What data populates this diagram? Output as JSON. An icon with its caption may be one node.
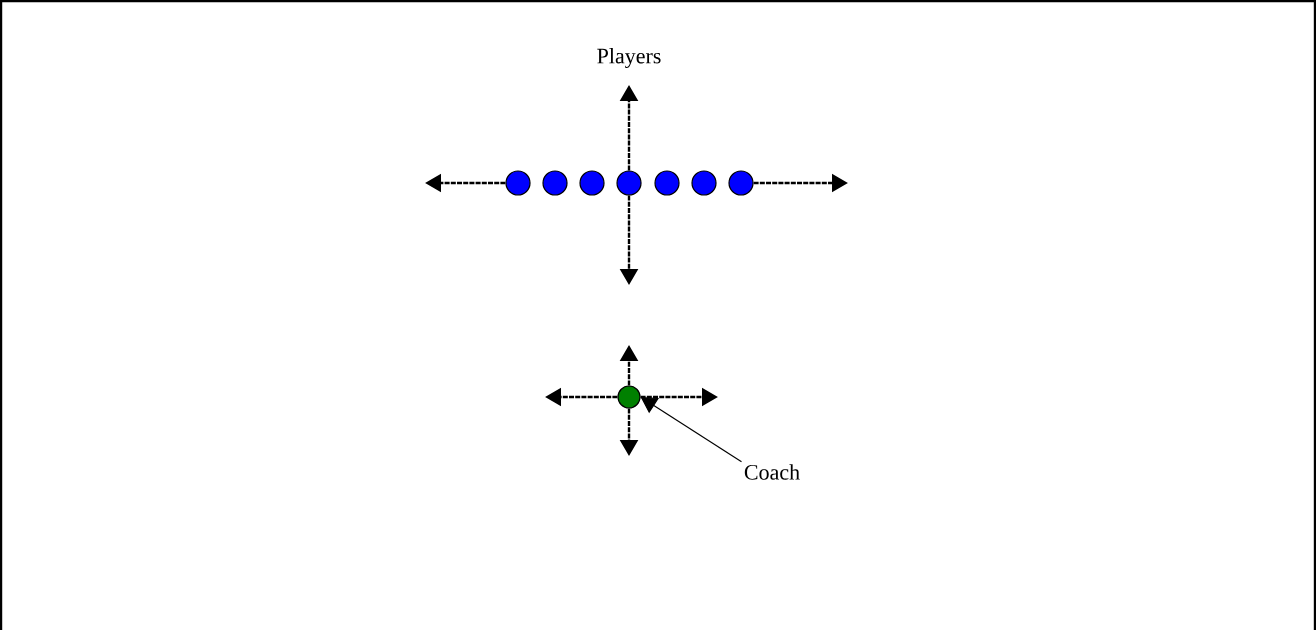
{
  "diagram": {
    "nodes": [
      {
        "text": [],
        "shape": "circle"
      },
      {
        "text": [],
        "shape": "circle"
      },
      {
        "text": [],
        "shape": "circle"
      },
      {
        "text": [],
        "shape": "circle"
      },
      {
        "text": [],
        "shape": "circle"
      },
      {
        "text": [],
        "shape": "circle"
      },
      {
        "text": [],
        "shape": "circle"
      },
      {
        "text": [],
        "shape": "circle"
      },
      {
        "text": [
          "Coach"
        ]
      }
    ],
    "edges": [
      {
        "from": 0,
        "to": null,
        "arrow": "to",
        "style": "dashed"
      },
      {
        "from": 6,
        "to": null,
        "arrow": "to",
        "style": "dashed"
      },
      {
        "from": 3,
        "to": null,
        "arrow": "to",
        "style": "dashed"
      },
      {
        "from": 3,
        "to": null,
        "arrow": "to",
        "style": "dashed"
      },
      {
        "from": 7,
        "to": null,
        "arrow": "to",
        "style": "dashed"
      },
      {
        "from": 7,
        "to": null,
        "arrow": "to",
        "style": "dashed"
      },
      {
        "from": 7,
        "to": null,
        "arrow": "to",
        "style": "dashed"
      },
      {
        "from": 7,
        "to": null,
        "arrow": "to",
        "style": "dashed"
      },
      {
        "from": 8,
        "to": 7,
        "arrow": "to"
      }
    ],
    "labels": [
      "Players"
    ]
  }
}
